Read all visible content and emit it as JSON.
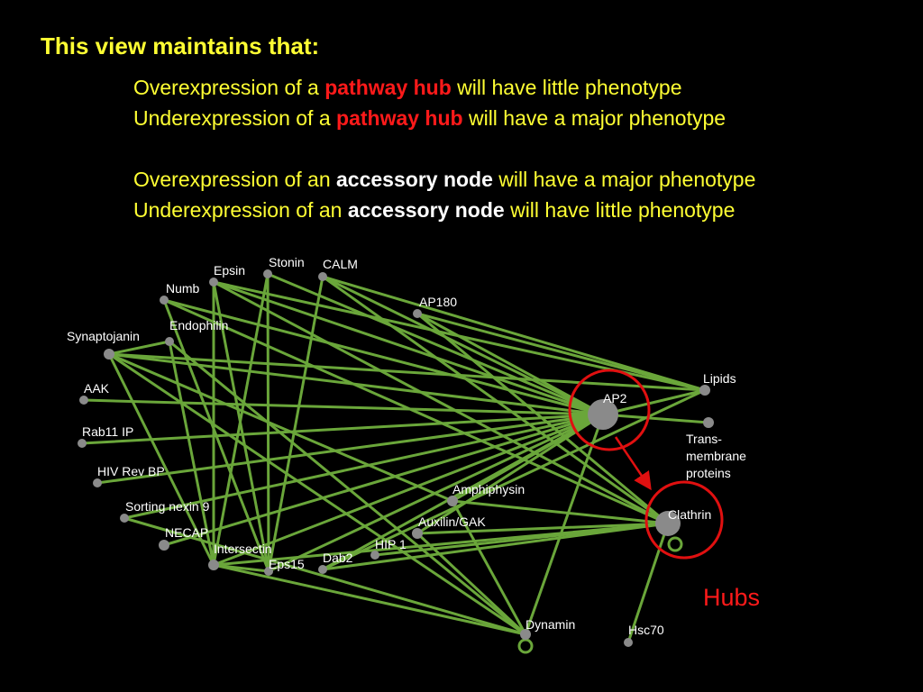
{
  "title": "This view maintains that:",
  "statements": [
    {
      "pre": "Overexpression of a ",
      "term": "pathway hub",
      "post": " will have little phenotype"
    },
    {
      "pre": "Underexpression of a ",
      "term": "pathway hub",
      "post": " will have a major phenotype"
    },
    {
      "pre": "Overexpression of an ",
      "term": "accessory node",
      "post": " will have a major phenotype"
    },
    {
      "pre": "Underexpression of an ",
      "term": "accessory node",
      "post": " will have little phenotype"
    }
  ],
  "hubs_label": "Hubs",
  "colors": {
    "text": "#ffff33",
    "hub": "#ff1a1a",
    "edge": "#6aa63a",
    "node": "#8a8a8a",
    "ring": "#e01010"
  },
  "nodes": [
    {
      "id": "epsin",
      "label": "Epsin"
    },
    {
      "id": "stonin",
      "label": "Stonin"
    },
    {
      "id": "calm",
      "label": "CALM"
    },
    {
      "id": "numb",
      "label": "Numb"
    },
    {
      "id": "endophilin",
      "label": "Endophilin"
    },
    {
      "id": "synaptojanin",
      "label": "Synaptojanin"
    },
    {
      "id": "ap180",
      "label": "AP180"
    },
    {
      "id": "aak",
      "label": "AAK"
    },
    {
      "id": "rab11ip",
      "label": "Rab11 IP"
    },
    {
      "id": "hivrevbp",
      "label": "HIV Rev BP"
    },
    {
      "id": "sortingnexin9",
      "label": "Sorting nexin 9"
    },
    {
      "id": "necap",
      "label": "NECAP"
    },
    {
      "id": "intersectin",
      "label": "Intersectin"
    },
    {
      "id": "eps15",
      "label": "Eps15"
    },
    {
      "id": "dab2",
      "label": "Dab2"
    },
    {
      "id": "hip1",
      "label": "HIP 1"
    },
    {
      "id": "auxilin",
      "label": "Auxilin/GAK"
    },
    {
      "id": "amphiphysin",
      "label": "Amphiphysin"
    },
    {
      "id": "ap2",
      "label": "AP2"
    },
    {
      "id": "lipids",
      "label": "Lipids"
    },
    {
      "id": "transmembrane",
      "label": "Trans-\nmembrane\nproteins"
    },
    {
      "id": "clathrin",
      "label": "Clathrin"
    },
    {
      "id": "dynamin",
      "label": "Dynamin"
    },
    {
      "id": "hsc70",
      "label": "Hsc70"
    }
  ],
  "edges": [
    [
      "epsin",
      "ap2"
    ],
    [
      "epsin",
      "clathrin"
    ],
    [
      "epsin",
      "lipids"
    ],
    [
      "epsin",
      "eps15"
    ],
    [
      "epsin",
      "intersectin"
    ],
    [
      "stonin",
      "ap2"
    ],
    [
      "stonin",
      "eps15"
    ],
    [
      "stonin",
      "intersectin"
    ],
    [
      "calm",
      "ap2"
    ],
    [
      "calm",
      "clathrin"
    ],
    [
      "calm",
      "lipids"
    ],
    [
      "calm",
      "eps15"
    ],
    [
      "numb",
      "ap2"
    ],
    [
      "numb",
      "clathrin"
    ],
    [
      "numb",
      "eps15"
    ],
    [
      "endophilin",
      "synaptojanin"
    ],
    [
      "endophilin",
      "dynamin"
    ],
    [
      "endophilin",
      "intersectin"
    ],
    [
      "synaptojanin",
      "ap2"
    ],
    [
      "synaptojanin",
      "lipids"
    ],
    [
      "synaptojanin",
      "amphiphysin"
    ],
    [
      "synaptojanin",
      "dynamin"
    ],
    [
      "synaptojanin",
      "intersectin"
    ],
    [
      "ap180",
      "ap2"
    ],
    [
      "ap180",
      "clathrin"
    ],
    [
      "ap180",
      "lipids"
    ],
    [
      "aak",
      "ap2"
    ],
    [
      "rab11ip",
      "ap2"
    ],
    [
      "hivrevbp",
      "ap2"
    ],
    [
      "sortingnexin9",
      "ap2"
    ],
    [
      "sortingnexin9",
      "dynamin"
    ],
    [
      "necap",
      "ap2"
    ],
    [
      "intersectin",
      "ap2"
    ],
    [
      "intersectin",
      "dynamin"
    ],
    [
      "intersectin",
      "eps15"
    ],
    [
      "intersectin",
      "clathrin"
    ],
    [
      "eps15",
      "ap2"
    ],
    [
      "dab2",
      "ap2"
    ],
    [
      "dab2",
      "clathrin"
    ],
    [
      "dab2",
      "lipids"
    ],
    [
      "hip1",
      "clathrin"
    ],
    [
      "auxilin",
      "ap2"
    ],
    [
      "auxilin",
      "clathrin"
    ],
    [
      "auxilin",
      "dynamin"
    ],
    [
      "amphiphysin",
      "ap2"
    ],
    [
      "amphiphysin",
      "clathrin"
    ],
    [
      "amphiphysin",
      "dynamin"
    ],
    [
      "ap2",
      "transmembrane"
    ],
    [
      "ap2",
      "lipids"
    ],
    [
      "ap2",
      "dynamin"
    ],
    [
      "clathrin",
      "hsc70"
    ]
  ],
  "hubs": [
    "ap2",
    "clathrin"
  ],
  "self_loops": [
    "clathrin",
    "dynamin"
  ],
  "hub_link": [
    "ap2",
    "clathrin"
  ]
}
